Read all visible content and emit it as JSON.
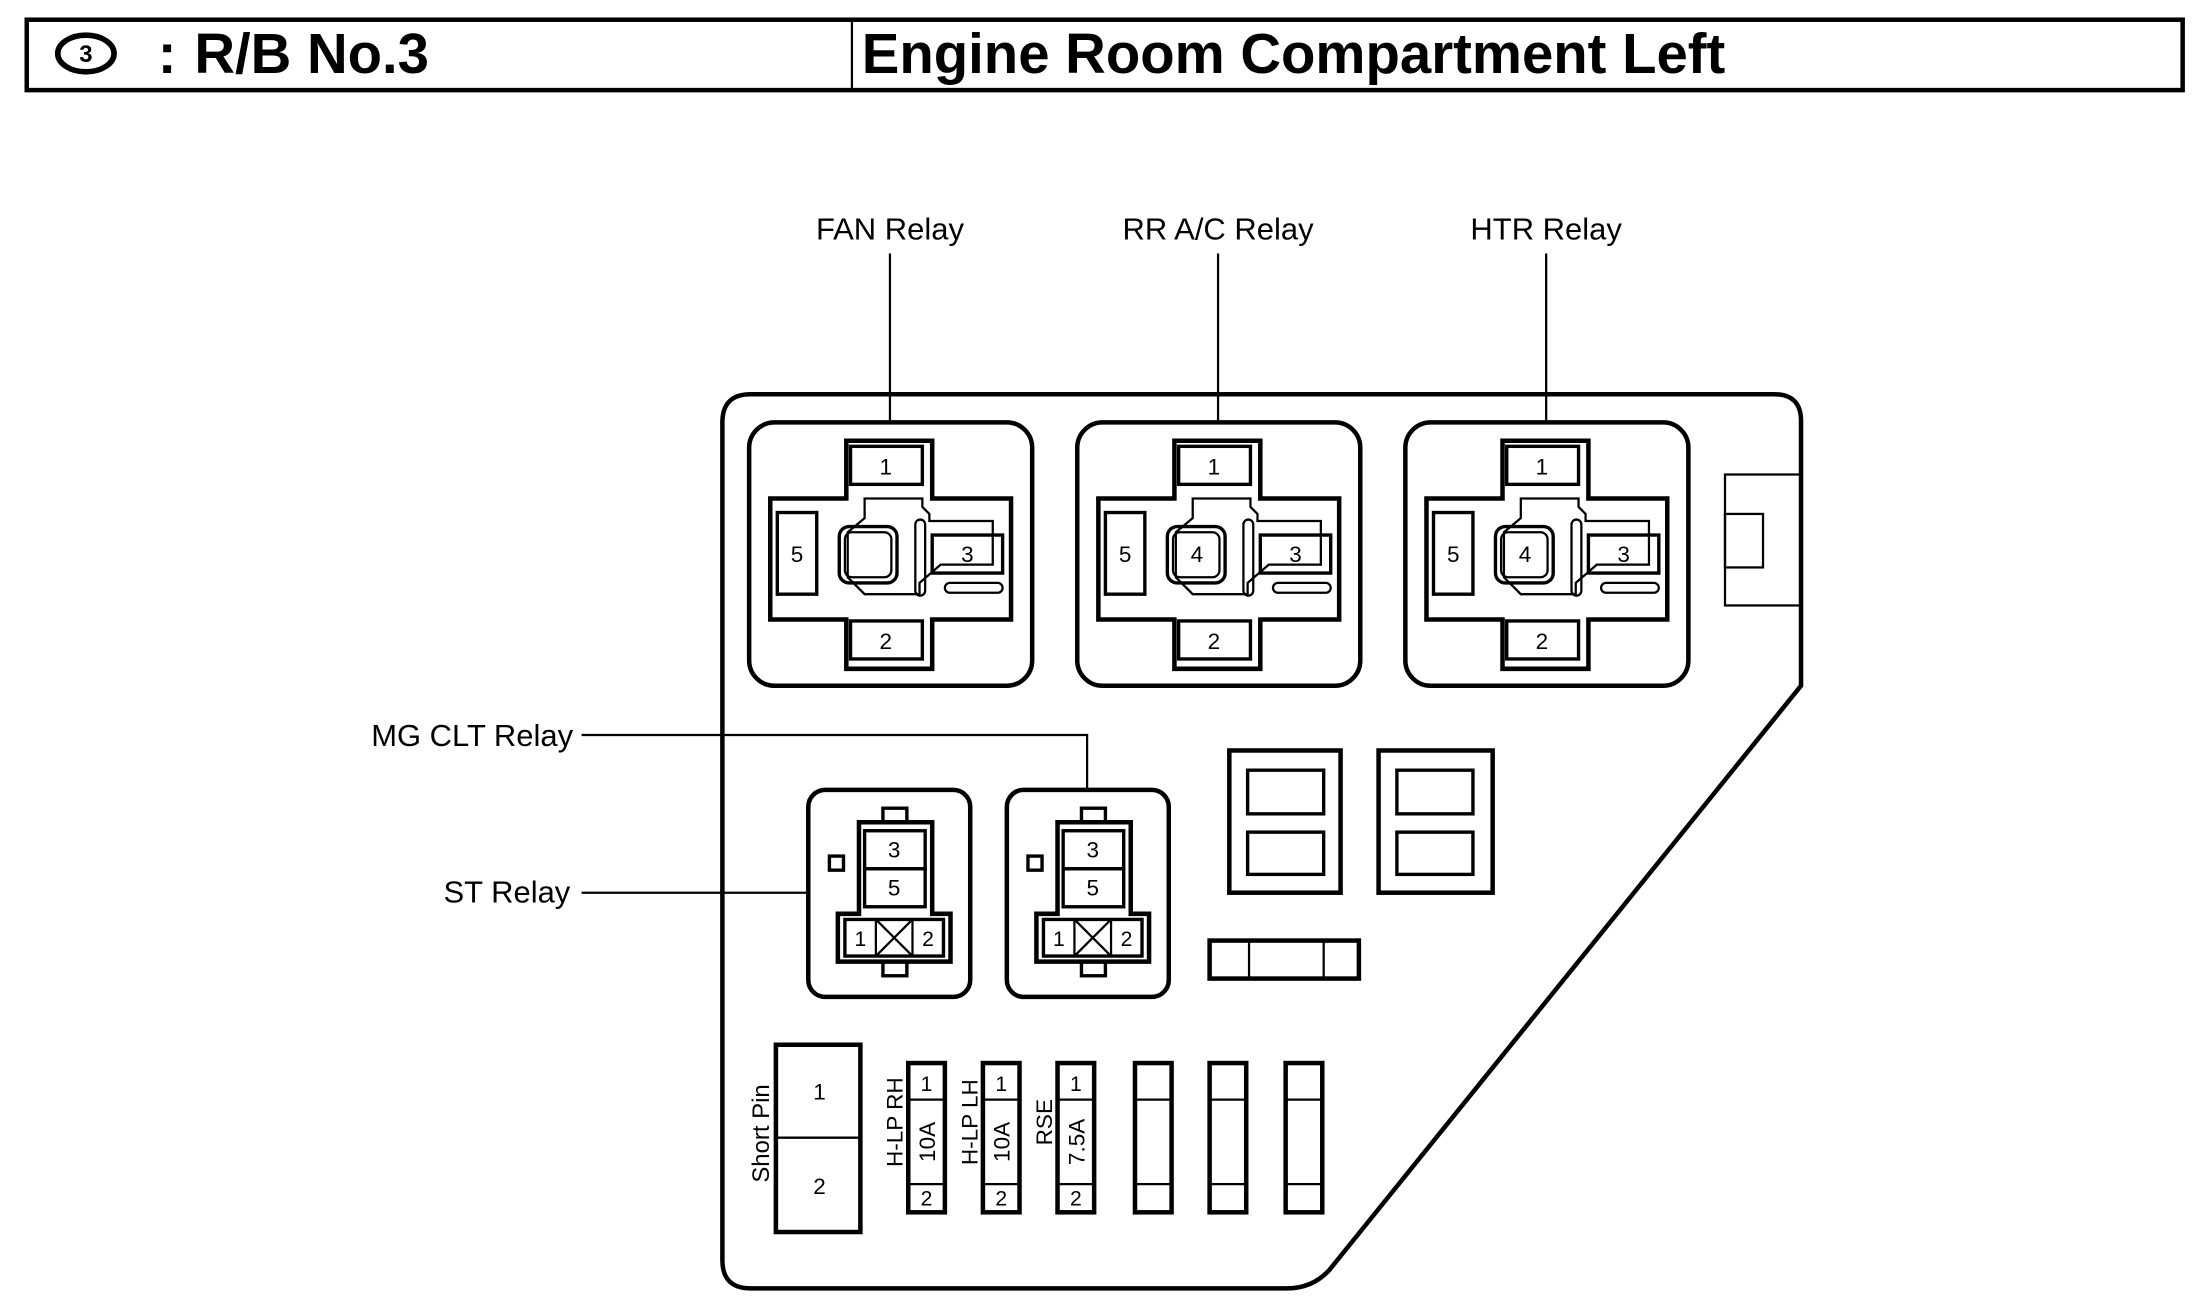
{
  "header": {
    "badge_number": "3",
    "separator": ":",
    "block_name": "R/B No.3",
    "location": "Engine Room Compartment Left"
  },
  "relays": {
    "fan": {
      "label": "FAN Relay",
      "pins": {
        "p1": "1",
        "p2": "2",
        "p3": "3",
        "p4": "",
        "p5": "5"
      }
    },
    "rr_ac": {
      "label": "RR A/C Relay",
      "pins": {
        "p1": "1",
        "p2": "2",
        "p3": "3",
        "p4": "4",
        "p5": "5"
      }
    },
    "htr": {
      "label": "HTR Relay",
      "pins": {
        "p1": "1",
        "p2": "2",
        "p3": "3",
        "p4": "4",
        "p5": "5"
      }
    },
    "st": {
      "label": "ST Relay",
      "pins": {
        "p1": "1",
        "p2": "2",
        "p3": "3",
        "p5": "5"
      }
    },
    "mg_clt": {
      "label": "MG CLT Relay",
      "pins": {
        "p1": "1",
        "p2": "2",
        "p3": "3",
        "p5": "5"
      }
    }
  },
  "short_pin": {
    "label": "Short Pin",
    "pin1": "1",
    "pin2": "2"
  },
  "fuses": [
    {
      "name": "H-LP RH",
      "rating": "10A",
      "pin1": "1",
      "pin2": "2"
    },
    {
      "name": "H-LP LH",
      "rating": "10A",
      "pin1": "1",
      "pin2": "2"
    },
    {
      "name": "RSE",
      "rating": "7.5A",
      "pin1": "1",
      "pin2": "2"
    },
    {
      "name": "",
      "rating": "",
      "pin1": "",
      "pin2": ""
    },
    {
      "name": "",
      "rating": "",
      "pin1": "",
      "pin2": ""
    },
    {
      "name": "",
      "rating": "",
      "pin1": "",
      "pin2": ""
    }
  ]
}
